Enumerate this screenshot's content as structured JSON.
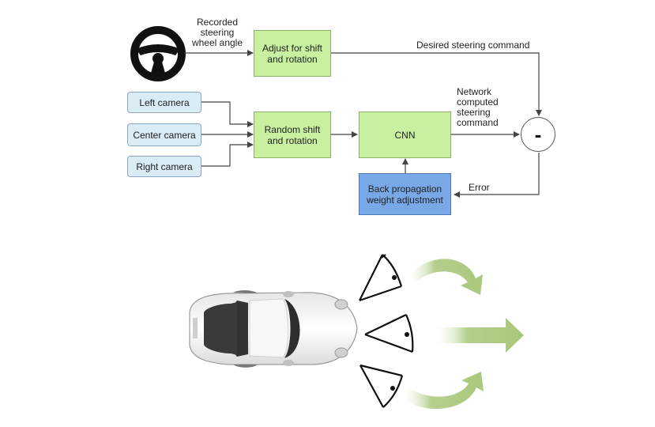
{
  "diagram": {
    "labels": {
      "recorded": "Recorded\nsteering\nwheel angle",
      "desired": "Desired steering command",
      "network": "Network\ncomputed\nsteering\ncommand",
      "error": "Error"
    },
    "boxes": {
      "adjust": "Adjust for shift\nand rotation",
      "random": "Random shift\nand rotation",
      "cnn": "CNN",
      "backprop": "Back propagation\nweight adjustment",
      "left_camera": "Left camera",
      "center_camera": "Center camera",
      "right_camera": "Right camera"
    },
    "minus_symbol": "-",
    "colors": {
      "process_fill": "#c8f0a0",
      "camera_fill": "#d9ebf5",
      "backprop_fill": "#78a8e6",
      "arrow_green": "#b5cf8c"
    }
  }
}
